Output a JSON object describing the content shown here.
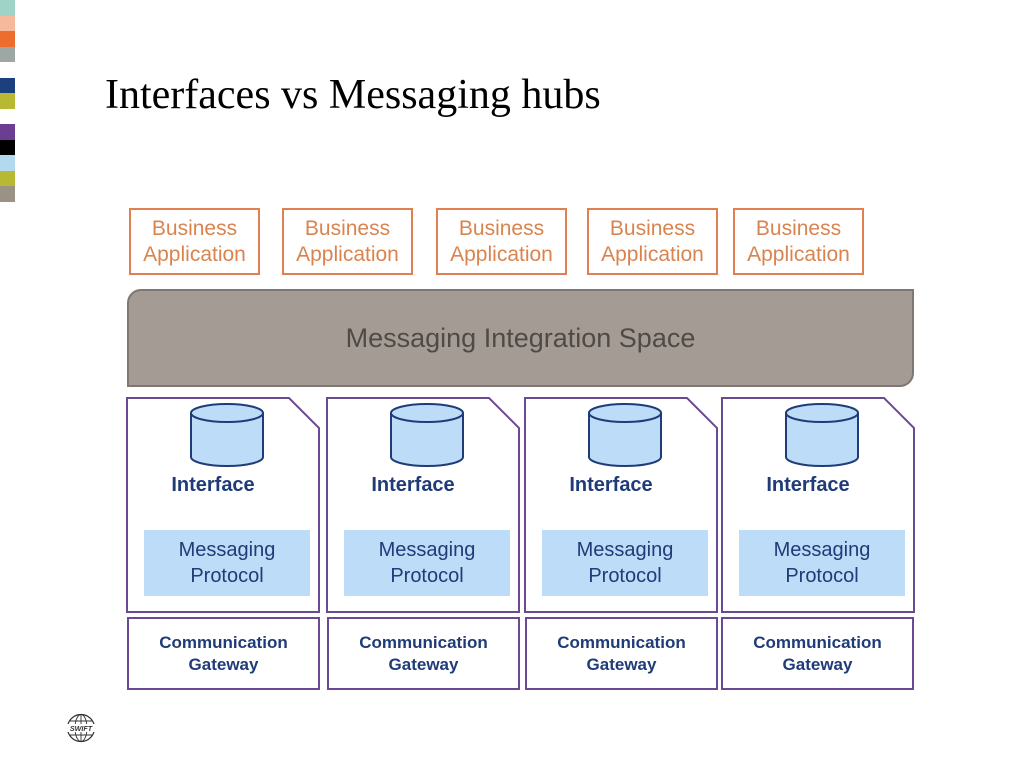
{
  "slide": {
    "title": "Interfaces vs Messaging hubs"
  },
  "stripe_colors": [
    "#9fd3c7",
    "#f7b99b",
    "#ec6d2e",
    "#9da7a4",
    "#ffffff",
    "#1c3f7d",
    "#b7b932",
    "#ffffff",
    "#6b3d93",
    "#000000",
    "#b4d9ee",
    "#b7b932",
    "#9b9286"
  ],
  "business_apps": [
    {
      "line1": "Business",
      "line2": "Application"
    },
    {
      "line1": "Business",
      "line2": "Application"
    },
    {
      "line1": "Business",
      "line2": "Application"
    },
    {
      "line1": "Business",
      "line2": "Application"
    },
    {
      "line1": "Business",
      "line2": "Application"
    }
  ],
  "integration_space": {
    "label": "Messaging Integration Space"
  },
  "interfaces": [
    {
      "label": "Interface",
      "protocol_line1": "Messaging",
      "protocol_line2": "Protocol",
      "gateway_line1": "Communication",
      "gateway_line2": "Gateway"
    },
    {
      "label": "Interface",
      "protocol_line1": "Messaging",
      "protocol_line2": "Protocol",
      "gateway_line1": "Communication",
      "gateway_line2": "Gateway"
    },
    {
      "label": "Interface",
      "protocol_line1": "Messaging",
      "protocol_line2": "Protocol",
      "gateway_line1": "Communication",
      "gateway_line2": "Gateway"
    },
    {
      "label": "Interface",
      "protocol_line1": "Messaging",
      "protocol_line2": "Protocol",
      "gateway_line1": "Communication",
      "gateway_line2": "Gateway"
    }
  ],
  "logo": {
    "text": "SWIFT",
    "icon": "globe-icon"
  },
  "colors": {
    "business_border": "#e07f4f",
    "business_text": "#d9844f",
    "space_fill": "#a49b94",
    "interface_border": "#6b4a94",
    "interface_text": "#1f3b78",
    "protocol_fill": "#bcdcf7",
    "cylinder_fill": "#bcdcf7"
  }
}
